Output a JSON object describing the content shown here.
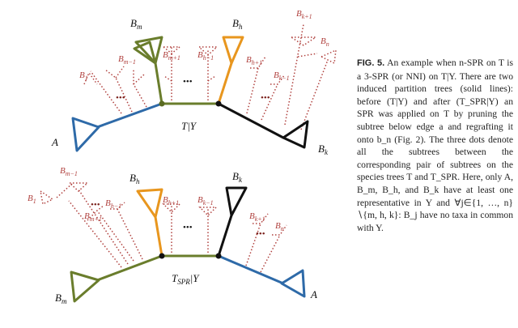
{
  "figure": {
    "top": {
      "tree_label_main": "T",
      "tree_label_sep": "|Y",
      "A": "A",
      "Bm": "B",
      "Bm_sub": "m",
      "Bh": "B",
      "Bh_sub": "h",
      "Bk": "B",
      "Bk_sub": "k",
      "small": {
        "B1": "B",
        "B1_sub": "1",
        "Bm1": "B",
        "Bm1_sub": "m−1",
        "Bmp1": "B",
        "Bmp1_sub": "m+1",
        "Bhm1": "B",
        "Bhm1_sub": "h−1",
        "Bhp1": "B",
        "Bhp1_sub": "h+1",
        "Bkm1": "B",
        "Bkm1_sub": "k−1",
        "Bkp1": "B",
        "Bkp1_sub": "k+1",
        "Bn": "B",
        "Bn_sub": "n"
      }
    },
    "bottom": {
      "tree_label_main": "T",
      "tree_label_sub": "SPR",
      "tree_label_sep": "|Y",
      "A": "A",
      "Bm": "B",
      "Bm_sub": "m",
      "Bh": "B",
      "Bh_sub": "h",
      "Bk": "B",
      "Bk_sub": "k",
      "small": {
        "B1": "B",
        "B1_sub": "1",
        "Bm1": "B",
        "Bm1_sub": "m−1",
        "Bmp1": "B",
        "Bmp1_sub": "m+1",
        "Bhm1": "B",
        "Bhm1_sub": "h−1",
        "Bhp1": "B",
        "Bhp1_sub": "h+1",
        "Bkm1": "B",
        "Bkm1_sub": "k−1",
        "Bkp1": "B",
        "Bkp1_sub": "k+1",
        "Bn": "B",
        "Bn_sub": "n"
      }
    },
    "dots": "•••"
  },
  "caption": {
    "label": "FIG. 5.",
    "text": "An example when n-SPR on T is a 3-SPR (or NNI) on T|Y. There are two induced partition trees (solid lines): before (T|Y) and after (T_SPR|Y) an SPR was applied on T by pruning the subtree below edge a and regrafting it onto b_n (Fig. 2). The three dots denote all the subtrees between the corresponding pair of subtrees on the species trees T and T_SPR. Here, only A, B_m, B_h, and B_k have at least one representative in Y and ∀j∈{1, …, n}∖{m, h, k}: B_j have no taxa in common with Y."
  },
  "colors": {
    "blue": "#2e6aa8",
    "green": "#6a7d2c",
    "orange": "#e8961e",
    "black": "#111111",
    "dotted": "#b0413e",
    "text": "#222222"
  }
}
